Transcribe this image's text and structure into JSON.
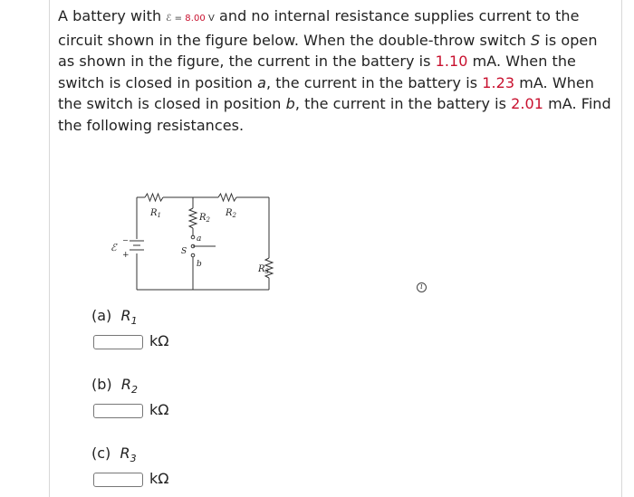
{
  "problem": {
    "t1": "A battery with ",
    "emf_symbol": "ℰ",
    "emf_eq": " = ",
    "emf_value": "8.00",
    "emf_unit": " V",
    "t2": " and no internal resistance supplies current to the circuit shown in the figure below. When the double-throw switch ",
    "switch_symbol": "S",
    "t3": " is open as shown in the figure, the current in the battery is ",
    "i_open": "1.10",
    "t4": " mA. When the switch is closed in position ",
    "pos_a": "a",
    "t5": ", the current in the battery is ",
    "i_a": "1.23",
    "t6": " mA. When the switch is closed in position ",
    "pos_b": "b",
    "t7": ", the current in the battery is ",
    "i_b": "2.01",
    "t8": " mA. Find the following resistances."
  },
  "figure": {
    "label_r1": "R",
    "label_r1_sub": "1",
    "label_r2a": "R",
    "label_r2a_sub": "2",
    "label_r2b": "R",
    "label_r2b_sub": "2",
    "label_r3": "R",
    "label_r3_sub": "3",
    "label_emf": "ℰ",
    "label_minus": "−",
    "label_plus": "+",
    "label_s": "S",
    "label_a": "a",
    "label_b": "b"
  },
  "info_icon": "i",
  "parts": [
    {
      "label": "(a)",
      "sym": "R",
      "sub": "1",
      "unit": "kΩ"
    },
    {
      "label": "(b)",
      "sym": "R",
      "sub": "2",
      "unit": "kΩ"
    },
    {
      "label": "(c)",
      "sym": "R",
      "sub": "3",
      "unit": "kΩ"
    }
  ]
}
